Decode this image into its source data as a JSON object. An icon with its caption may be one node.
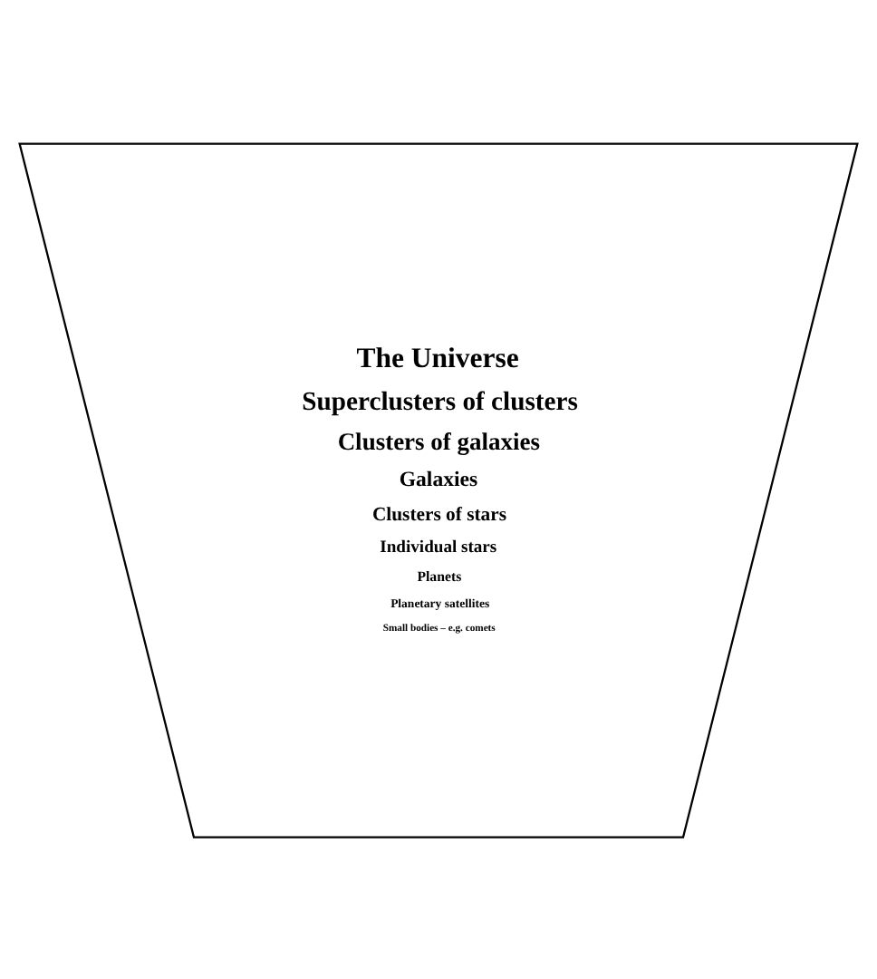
{
  "diagram": {
    "nodes": [
      {
        "text": [
          "The Universe",
          "Superclusters of clusters",
          "Clusters of galaxies",
          "Galaxies",
          "Clusters of stars",
          "Individual stars",
          "Planets",
          "Planetary satellites",
          "Small bodies – e.g. comets"
        ]
      }
    ]
  }
}
